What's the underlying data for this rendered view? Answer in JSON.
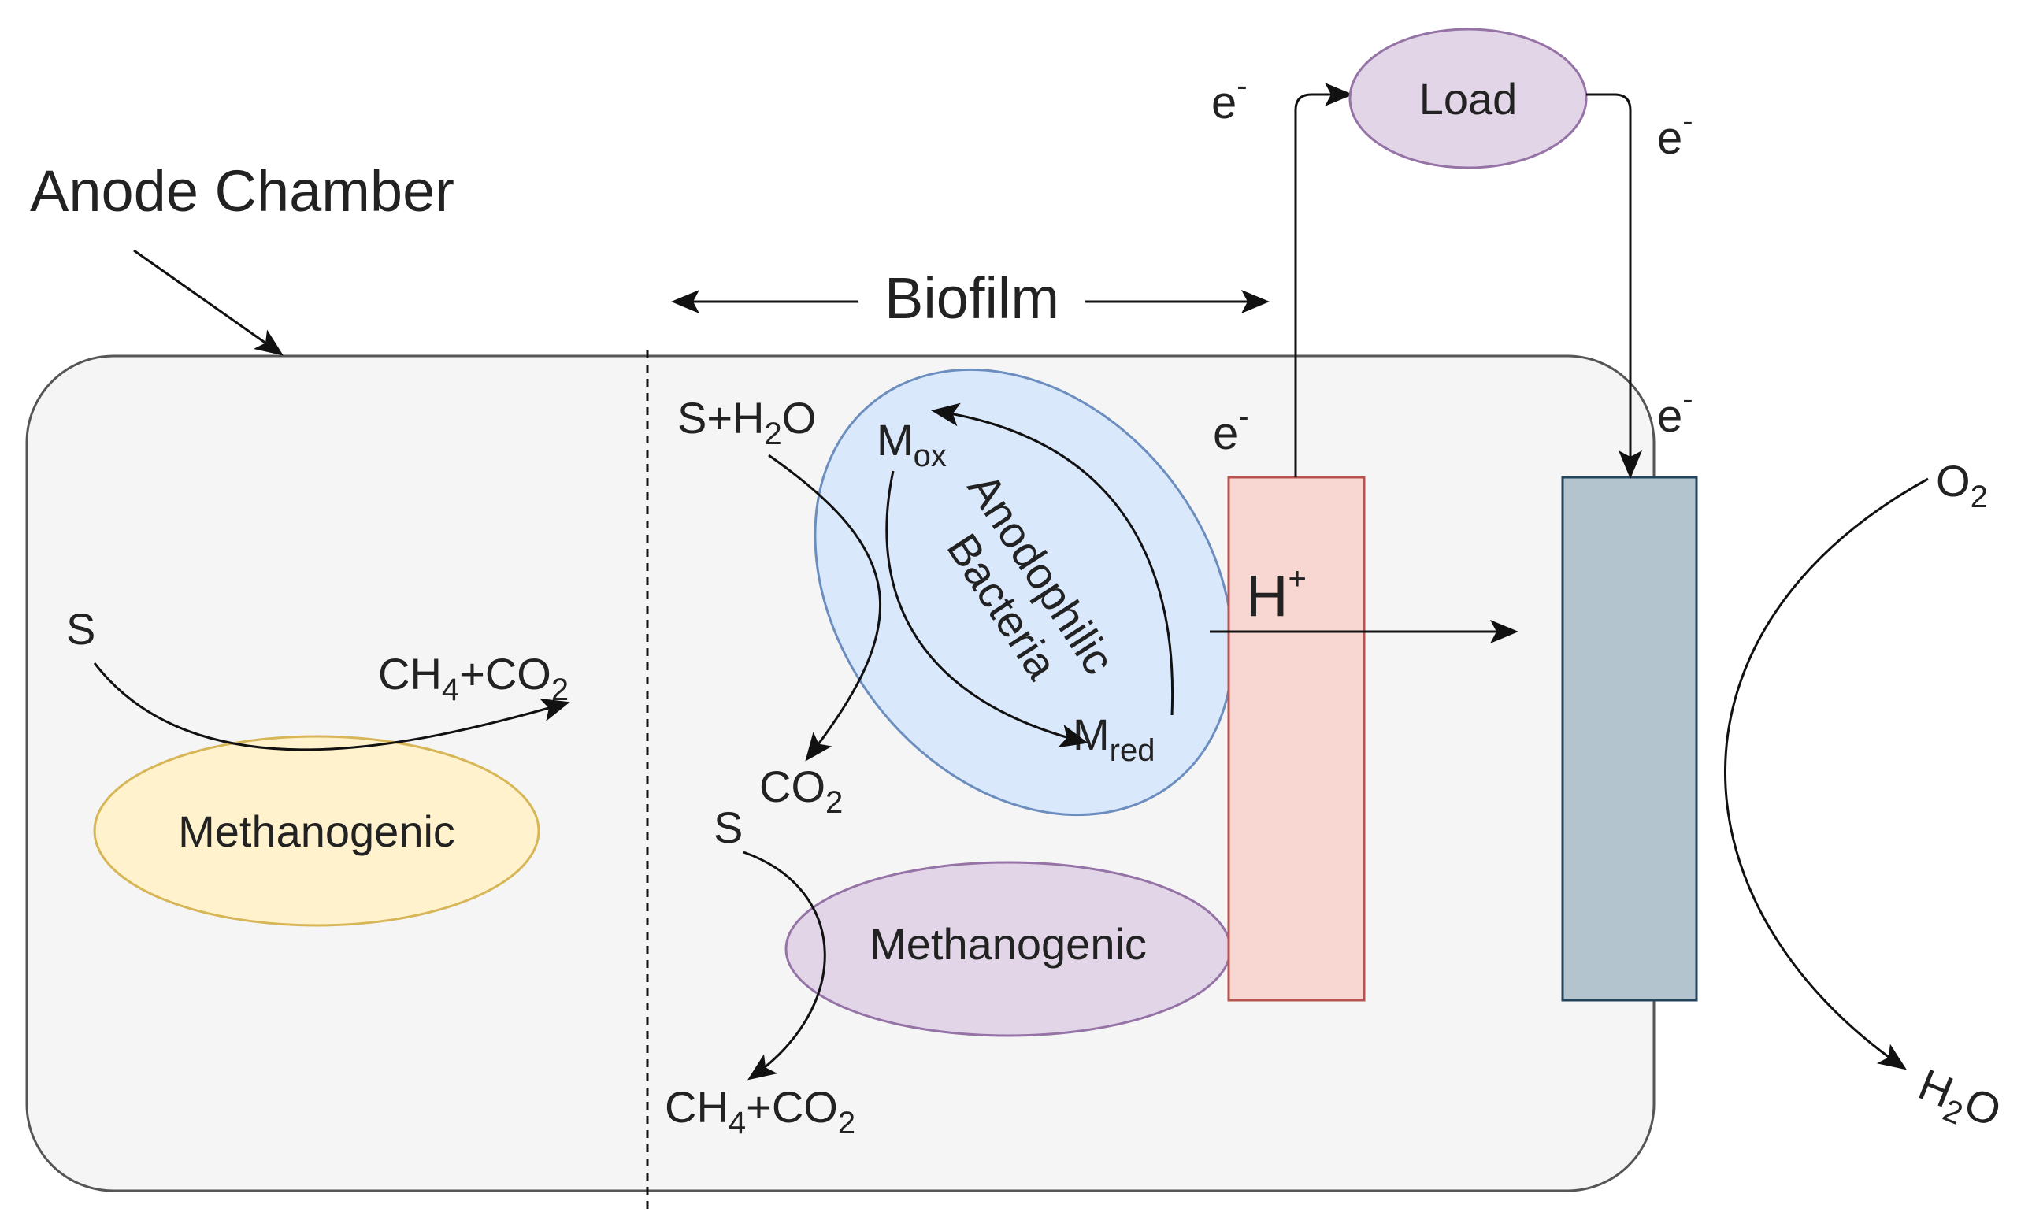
{
  "anode_chamber_label": "Anode Chamber",
  "biofilm_label": "Biofilm",
  "load_label": "Load",
  "electron": {
    "base": "e",
    "sup": "-"
  },
  "proton": {
    "base": "H",
    "sup": "+"
  },
  "left_region": {
    "substrate": "S",
    "product": {
      "a": "CH",
      "a_sub": "4",
      "b": "+CO",
      "b_sub": "2"
    },
    "organism": "Methanogenic"
  },
  "biofilm_region": {
    "reactant": {
      "a": "S+H",
      "a_sub": "2",
      "b": "O"
    },
    "co2": {
      "a": "CO",
      "a_sub": "2"
    },
    "bacteria": {
      "line1": "Anodophilic",
      "line2": "Bacteria"
    },
    "m_ox": {
      "base": "M",
      "sub": "ox"
    },
    "m_red": {
      "base": "M",
      "sub": "red"
    },
    "substrate": "S",
    "organism": "Methanogenic",
    "product": {
      "a": "CH",
      "a_sub": "4",
      "b": "+CO",
      "b_sub": "2"
    }
  },
  "cathode_side": {
    "oxygen": {
      "a": "O",
      "a_sub": "2"
    },
    "water": {
      "a": "H",
      "a_sub": "2",
      "b": "O"
    }
  },
  "colors": {
    "chamber_fill": "#f5f5f5",
    "anode_fill": "#f8d7d3",
    "anode_stroke": "#b85450",
    "cathode_fill": "#b3c4cf",
    "cathode_stroke": "#23445d",
    "load_fill": "#e1d5e7",
    "load_stroke": "#9673a6",
    "bacteria_fill": "#dae8fc",
    "bacteria_stroke": "#6c8ebf",
    "methanogen_left_fill": "#fff2cc",
    "methanogen_left_stroke": "#d6b656",
    "methanogen_right_fill": "#e1d5e7",
    "methanogen_right_stroke": "#9673a6"
  }
}
